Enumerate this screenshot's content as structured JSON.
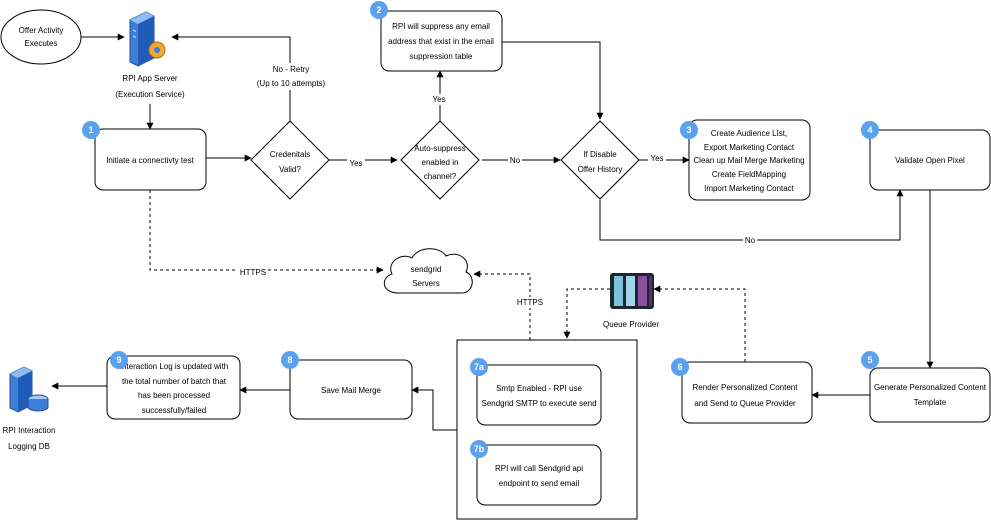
{
  "nodes": {
    "offer_activity": [
      "Offer Activity",
      "Executes"
    ],
    "app_server_label": [
      "RPI App Server",
      "(Execution Service)"
    ],
    "step1": [
      "Initiate a connectivty test"
    ],
    "credentials": [
      "Credenitals",
      "Valid?"
    ],
    "auto_suppress": [
      "Auto-suppress",
      "enabled in",
      "channel?"
    ],
    "if_disable": [
      "If Disable",
      "Offer History"
    ],
    "step2": [
      "RPI will suppress any email",
      "address that exist in the email",
      "suppression table"
    ],
    "step3": [
      "Create Audience LIst,",
      "Export Marketing Contact",
      "Clean up Mail Merge Marketing",
      "Create FieldMapping",
      "Import Marketing Contact"
    ],
    "step4": [
      "Validate Open Pixel"
    ],
    "step5": [
      "Generate Personalized Content",
      "Template"
    ],
    "step6": [
      "Render Personalized Content",
      "and Send to Queue Provider"
    ],
    "queue_provider": [
      "Queue Provider"
    ],
    "sendgrid": [
      "sendgrid",
      "Servers"
    ],
    "step7a": [
      "Smtp Enabled - RPI use",
      "Sendgrid SMTP to execute send"
    ],
    "step7b": [
      "RPI will call Sendgrid api",
      "endpoint to send email"
    ],
    "step8": [
      "Save Mail Merge"
    ],
    "step9": [
      "Interaction Log is updated with",
      "the total number of batch that",
      "has been processed",
      "successfully/failed"
    ],
    "logging_db_label": [
      "RPI Interaction",
      "Logging DB"
    ]
  },
  "edge_labels": {
    "no_retry": [
      "No - Retry",
      "(Up to 10 attempts)"
    ],
    "yes_credentials": "Yes",
    "yes_autosuppress": "Yes",
    "no_autosuppress": "No",
    "yes_disable": "Yes",
    "no_disable": "No",
    "https_step1": "HTTPS",
    "https_7": "HTTPS"
  },
  "badges": {
    "b1": "1",
    "b2": "2",
    "b3": "3",
    "b4": "4",
    "b5": "5",
    "b6": "6",
    "b7a": "7a",
    "b7b": "7b",
    "b8": "8",
    "b9": "9"
  },
  "icons": {
    "server": "server-icon",
    "database": "database-icon",
    "queue": "queue-icon"
  },
  "colors": {
    "badge": "#5aa2ee",
    "server_blue": "#2f6fcf",
    "gear_orange": "#f0a830",
    "queue_teal": "#7ec3dc",
    "queue_purple": "#8a4f9e"
  }
}
